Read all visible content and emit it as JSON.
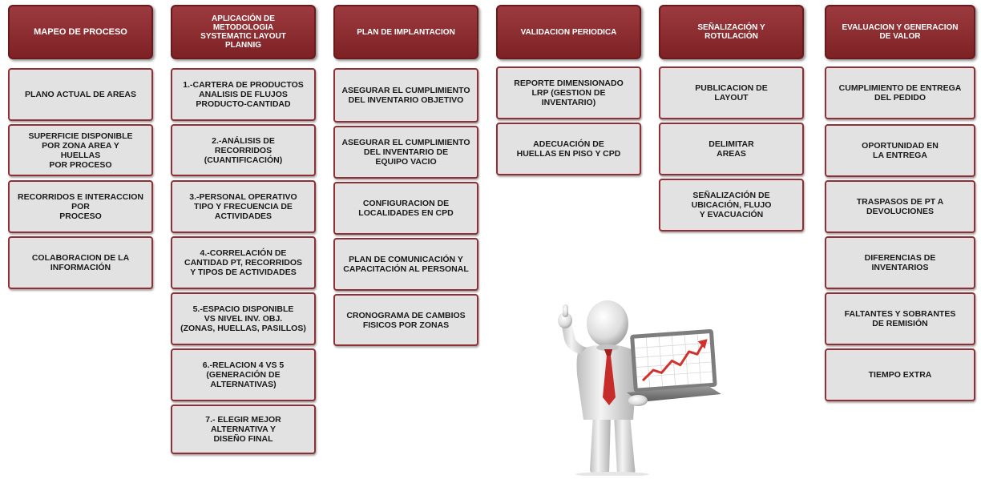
{
  "columns": [
    {
      "header": "MAPEO DE PROCESO",
      "items": [
        "PLANO ACTUAL  DE AREAS",
        "SUPERFICIE DISPONIBLE\nPOR ZONA AREA Y\nHUELLAS\nPOR PROCESO",
        "RECORRIDOS E INTERACCION\nPOR\nPROCESO",
        "COLABORACION  DE LA\nINFORMACIÓN"
      ]
    },
    {
      "header": "APLICACIÓN DE\nMETODOLOGIA\nSYSTEMATIC LAYOUT\nPLANNIG",
      "items": [
        "1.-CARTERA DE PRODUCTOS\nANALISIS DE FLUJOS\nPRODUCTO-CANTIDAD",
        "2.-ANÁLISIS DE\nRECORRIDOS\n(CUANTIFICACIÓN)",
        "3.-PERSONAL OPERATIVO\nTIPO Y FRECUENCIA  DE\nACTIVIDADES",
        "4.-CORRELACIÓN  DE\nCANTIDAD PT, RECORRIDOS\nY TIPOS  DE  ACTIVIDADES",
        "5.-ESPACIO DISPONIBLE\nVS  NIVEL INV. OBJ.\n(ZONAS, HUELLAS, PASILLOS)",
        "6.-RELACION 4  VS  5\n(GENERACIÓN  DE\nALTERNATIVAS)",
        "7.- ELEGIR MEJOR\nALTERNATIVA  Y\nDISEÑO FINAL"
      ]
    },
    {
      "header": "PLAN DE IMPLANTACION",
      "items": [
        "ASEGURAR EL CUMPLIMIENTO\nDEL INVENTARIO OBJETIVO",
        "ASEGURAR EL CUMPLIMIENTO\nDEL INVENTARIO DE\nEQUIPO VACIO",
        "CONFIGURACION  DE\nLOCALIDADES  EN CPD",
        "PLAN DE COMUNICACIÓN  Y\nCAPACITACIÓN AL PERSONAL",
        "CRONOGRAMA  DE CAMBIOS\nFISICOS POR ZONAS"
      ]
    },
    {
      "header": "VALIDACION PERIODICA",
      "items": [
        "REPORTE DIMENSIONADO\nLRP (GESTION DE\nINVENTARIO)",
        "ADECUACIÓN  DE\nHUELLAS EN PISO Y CPD"
      ]
    },
    {
      "header": "SEÑALIZACIÓN Y\nROTULACIÓN",
      "items": [
        "PUBLICACION  DE\nLAYOUT",
        "DELIMITAR\nAREAS",
        "SEÑALIZACIÓN  DE\nUBICACIÓN,  FLUJO\nY EVACUACIÓN"
      ]
    },
    {
      "header": "EVALUACION Y GENERACION\nDE VALOR",
      "items": [
        "CUMPLIMIENTO  DE ENTREGA\nDEL PEDIDO",
        "OPORTUNIDAD  EN\nLA ENTREGA",
        "TRASPASOS DE  PT A\nDEVOLUCIONES",
        "DIFERENCIAS  DE\nINVENTARIOS",
        "FALTANTES  Y SOBRANTES\nDE REMISIÓN",
        "TIEMPO EXTRA"
      ]
    }
  ],
  "colors": {
    "header_fill": "#8b2d31",
    "header_border": "#6a1a1d",
    "box_fill": "#e2e2e2",
    "box_border": "#8e3035",
    "arrow": "#d0332c"
  }
}
